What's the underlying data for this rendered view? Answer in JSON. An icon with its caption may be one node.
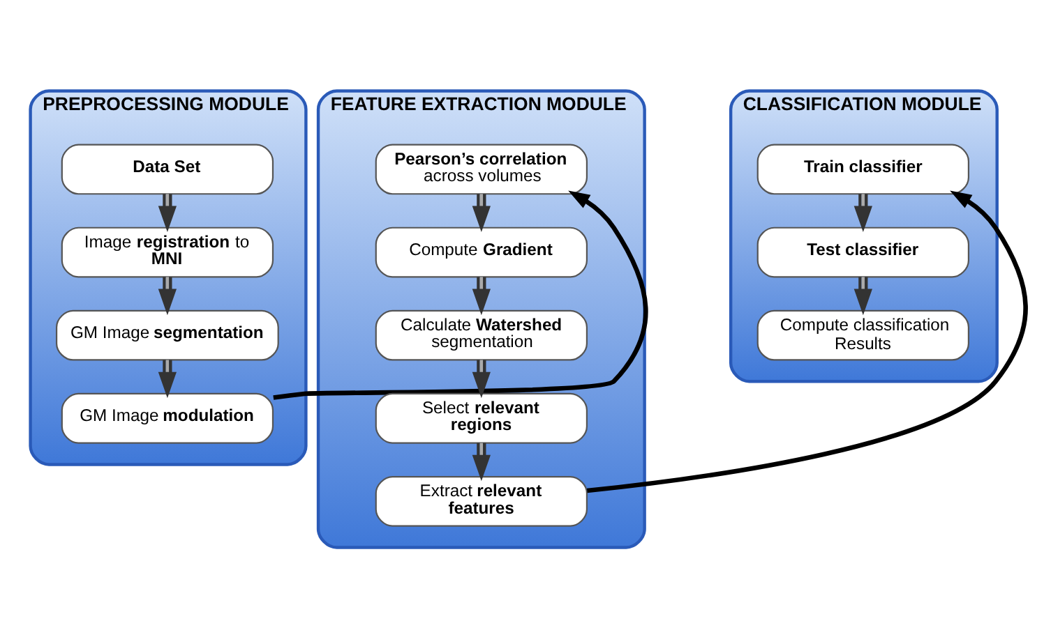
{
  "diagram": {
    "nodes": [
      {
        "text": [
          "PREPROCESSING MODULE"
        ]
      },
      {
        "text": [
          "Data Set"
        ],
        "in": 0
      },
      {
        "text": [
          "Image **registration** to **MNI**"
        ],
        "in": 0
      },
      {
        "text": [
          "GM Image **segmentation**"
        ],
        "in": 0
      },
      {
        "text": [
          "GM Image **modulation**"
        ],
        "in": 0
      },
      {
        "text": [
          "FEATURE EXTRACTION MODULE"
        ]
      },
      {
        "text": [
          "**Pearson’s correlation** across volumes"
        ],
        "in": 5
      },
      {
        "text": [
          "Compute **Gradient**"
        ],
        "in": 5
      },
      {
        "text": [
          "Calculate **Watershed** segmentation"
        ],
        "in": 5
      },
      {
        "text": [
          "Select **relevant regions**"
        ],
        "in": 5
      },
      {
        "text": [
          "Extract **relevant features**"
        ],
        "in": 5
      },
      {
        "text": [
          "CLASSIFICATION MODULE"
        ]
      },
      {
        "text": [
          "Train classifier"
        ],
        "in": 11
      },
      {
        "text": [
          "Test classifier"
        ],
        "in": 11
      },
      {
        "text": [
          "Compute classification Results"
        ],
        "in": 11
      }
    ],
    "edges": [
      {
        "from": 1,
        "to": 2,
        "arrow": "to"
      },
      {
        "from": 2,
        "to": 3,
        "arrow": "to"
      },
      {
        "from": 3,
        "to": 4,
        "arrow": "to"
      },
      {
        "from": 4,
        "to": 6,
        "arrow": "to",
        "color": "#000000"
      },
      {
        "from": 6,
        "to": 7,
        "arrow": "to"
      },
      {
        "from": 7,
        "to": 8,
        "arrow": "to"
      },
      {
        "from": 8,
        "to": 9,
        "arrow": "to"
      },
      {
        "from": 9,
        "to": 10,
        "arrow": "to"
      },
      {
        "from": 10,
        "to": 12,
        "arrow": "to",
        "color": "#000000"
      },
      {
        "from": 12,
        "to": 13,
        "arrow": "to"
      },
      {
        "from": 13,
        "to": 14,
        "arrow": "to"
      }
    ]
  }
}
